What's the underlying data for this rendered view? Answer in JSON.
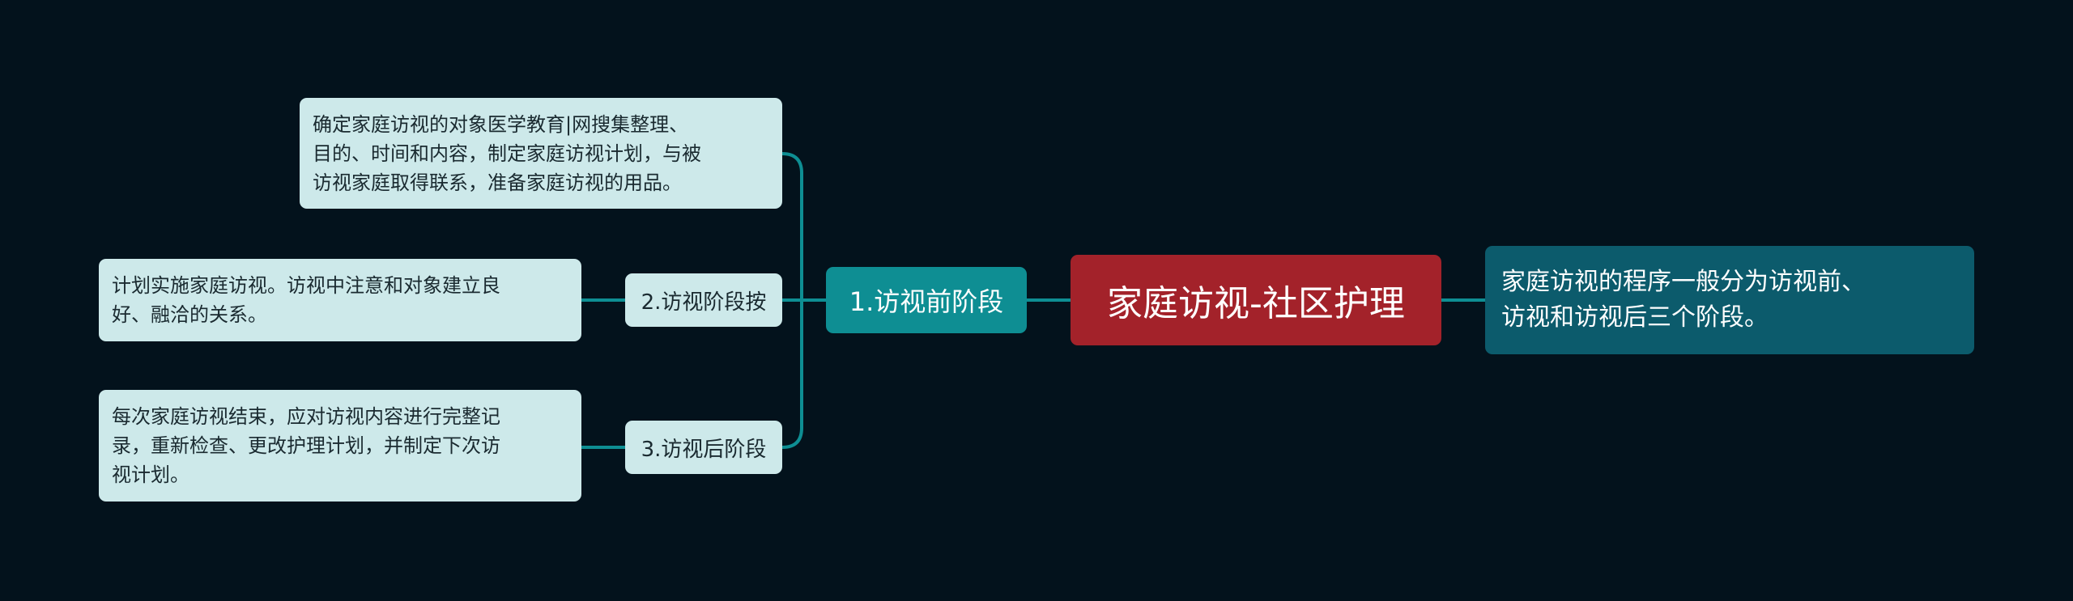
{
  "diagram": {
    "root": {
      "label": "家庭访视-社区护理"
    },
    "summary": {
      "text": "家庭访视的程序一般分为访视前、\n访视和访视后三个阶段。"
    },
    "main_branch": {
      "label": "1.访视前阶段"
    },
    "leaf_top": {
      "text": " 确定家庭访视的对象医学教育|网搜集整理、\n目的、时间和内容，制定家庭访视计划，与被\n访视家庭取得联系，准备家庭访视的用品。"
    },
    "sub_branches": [
      {
        "label": "2.访视阶段按",
        "leaf": "计划实施家庭访视。访视中注意和对象建立良\n好、融洽的关系。"
      },
      {
        "label": "3.访视后阶段",
        "leaf": "每次家庭访视结束，应对访视内容进行完整记\n录，重新检查、更改护理计划，并制定下次访\n视计划。"
      }
    ],
    "colors": {
      "background": "#03121c",
      "root": "#a3222a",
      "main": "#0e8e93",
      "summary": "#0c5b6c",
      "sub": "#cde9ea",
      "connector": "#0e8e93"
    }
  }
}
